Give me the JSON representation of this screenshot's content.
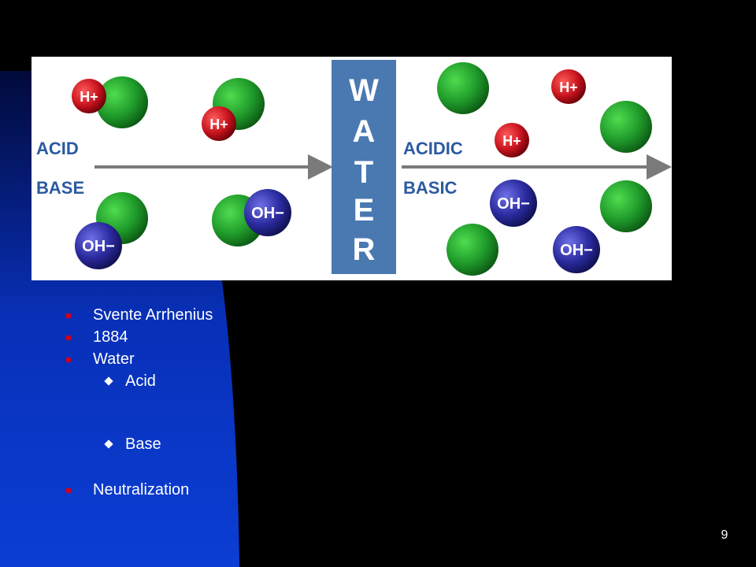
{
  "slide": {
    "bullets": {
      "arrhenius": "Svente Arrhenius",
      "year": "1884",
      "water": "Water",
      "acid": "Acid",
      "base": "Base",
      "neutralization": "Neutralization"
    },
    "page_number": "9"
  },
  "illustration": {
    "left_labels": {
      "acid": "ACID",
      "base": "BASE"
    },
    "right_labels": {
      "acidic": "ACIDIC",
      "basic": "BASIC"
    },
    "water_letters": [
      "W",
      "A",
      "T",
      "E",
      "R"
    ],
    "ions": {
      "hydrogen": "H+",
      "hydroxide": "OH−"
    }
  },
  "colors": {
    "background": "#000000",
    "blue_shape": "#0a3ed0",
    "water_column": "#4a79b2",
    "green_molecule": "#1f9a2a",
    "hydrogen_ion": "#c8141e",
    "hydroxide_ion": "#2a2a9e",
    "label_text": "#2b5aa0",
    "arrow": "#7a7a7a"
  }
}
